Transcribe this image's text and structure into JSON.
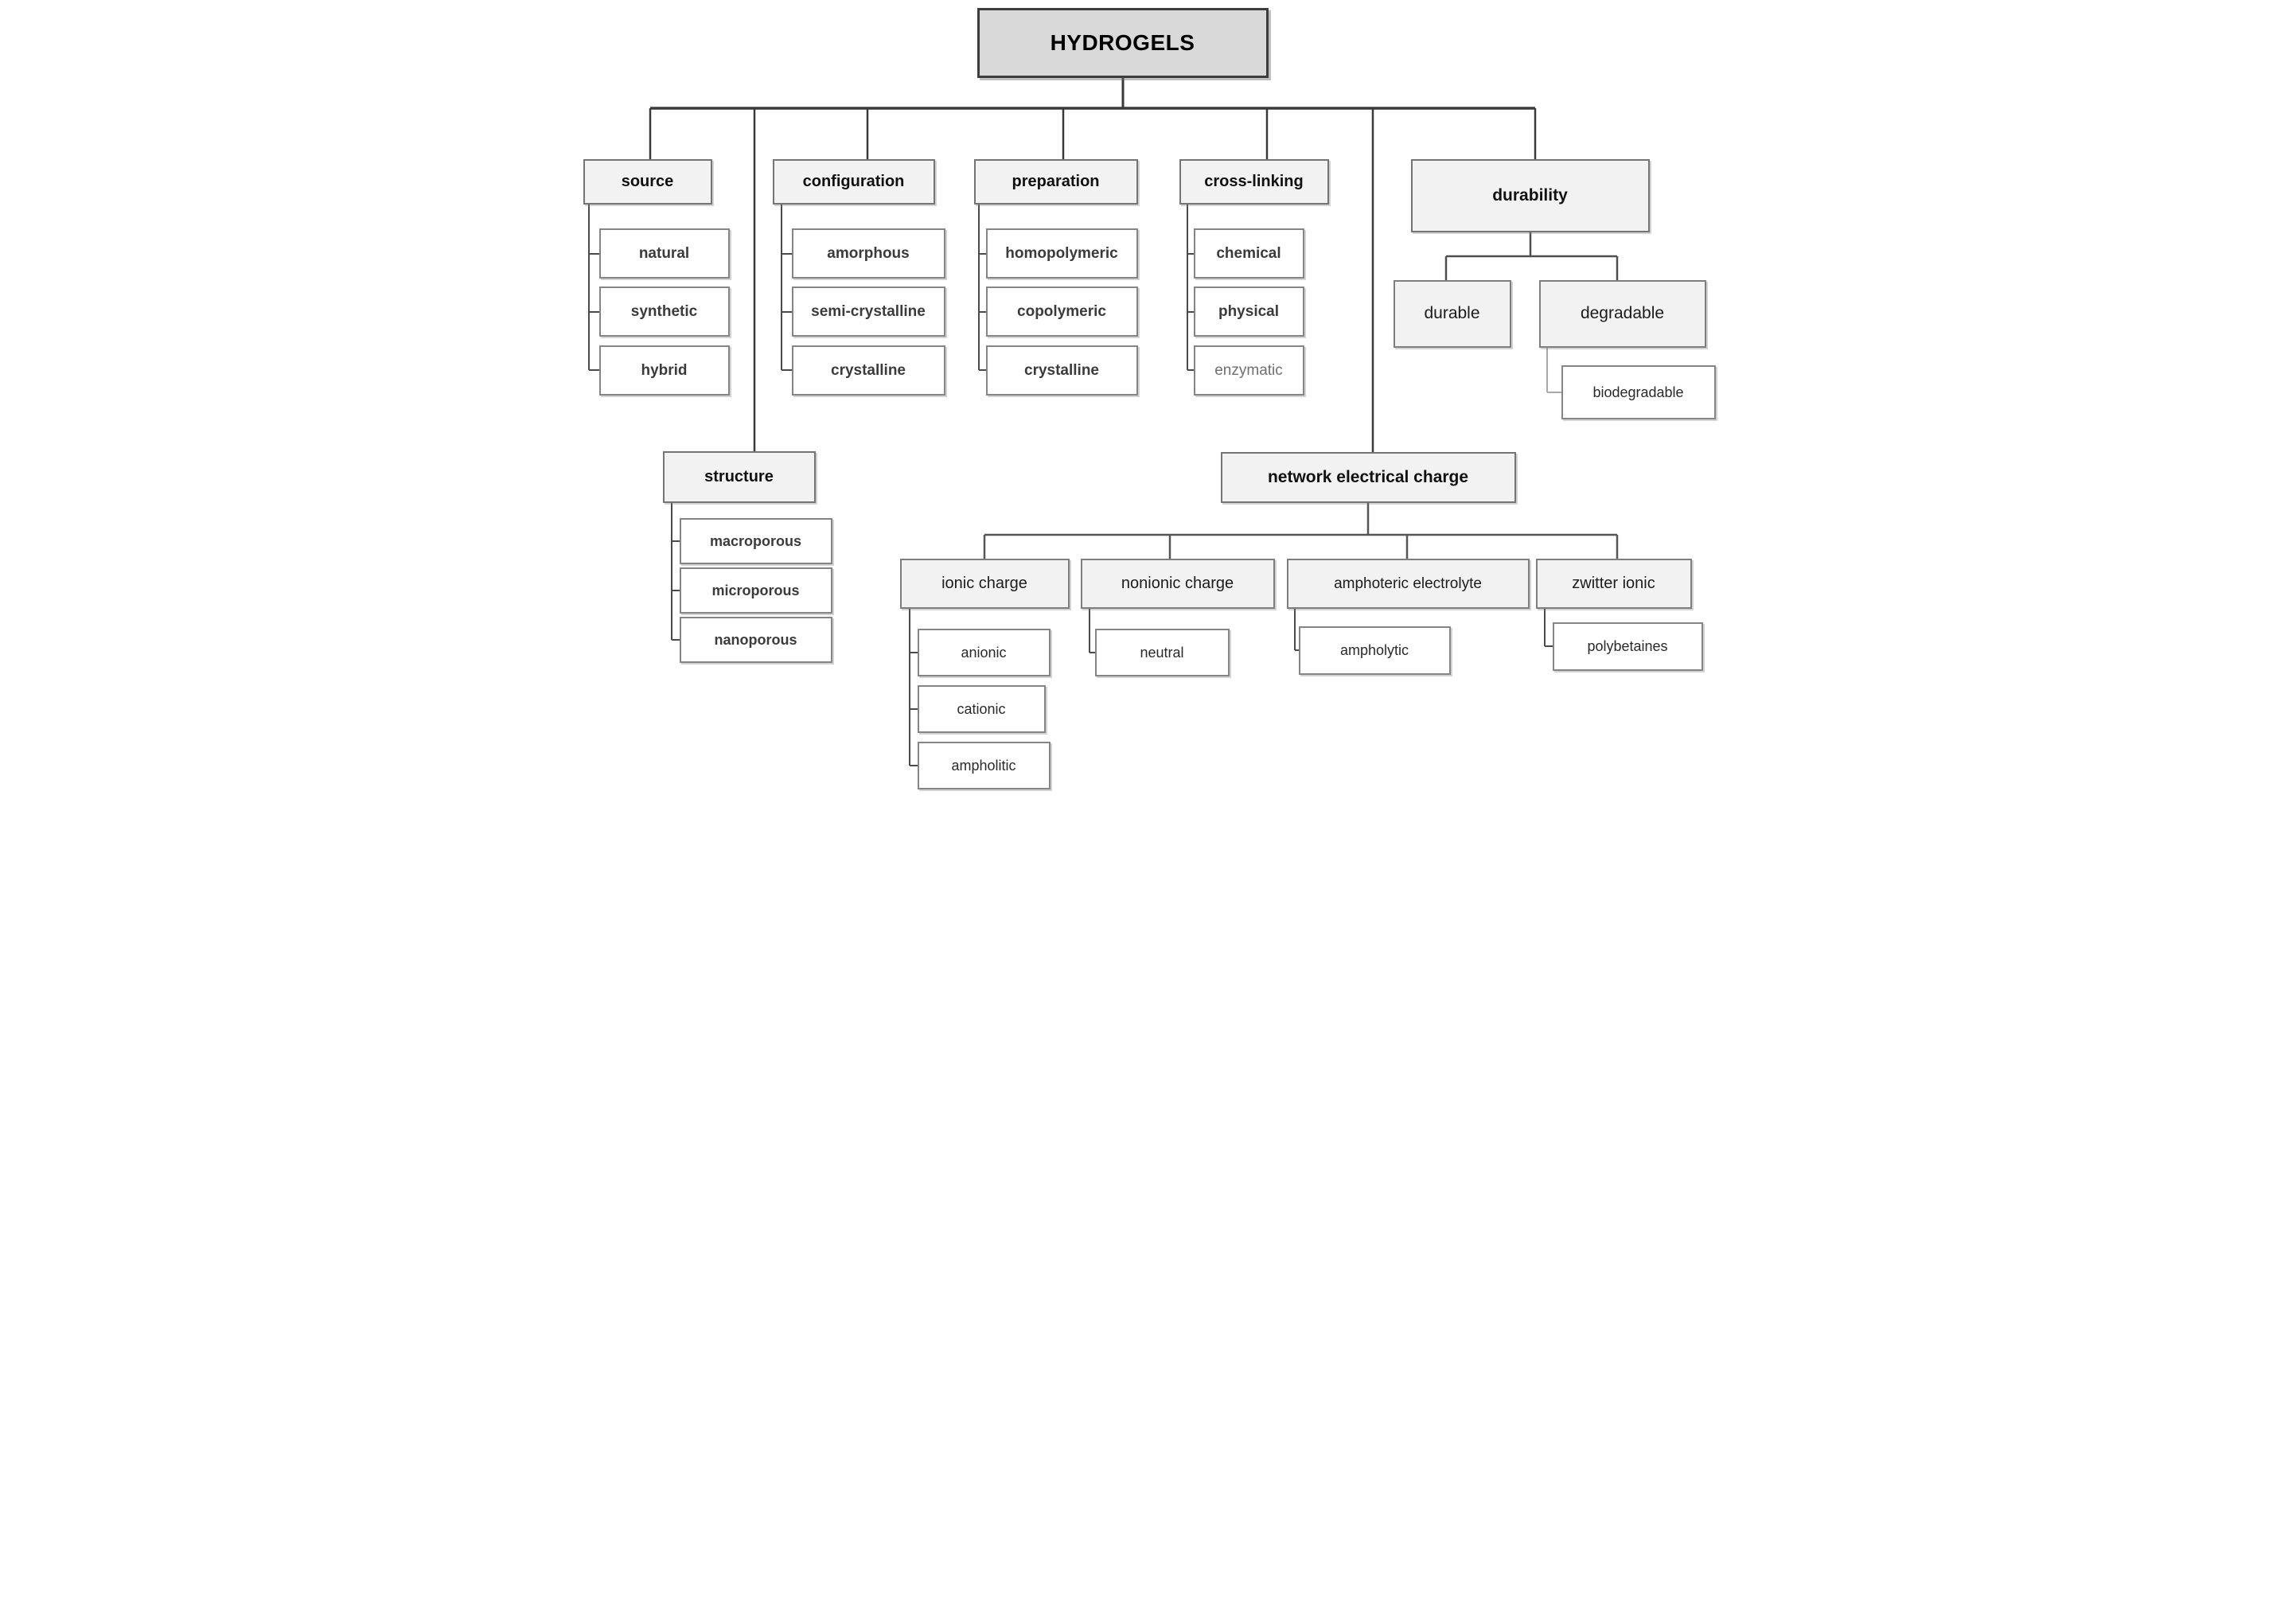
{
  "title": "HYDROGELS",
  "colors": {
    "root_fill": "#d9d9d9",
    "header_fill": "#f2f2f2",
    "child_fill": "#ffffff",
    "border_dark": "#3d3d3d",
    "border_gray": "#858585",
    "line_main": "#3a3a3a",
    "line_branch": "#4a4a4a",
    "line_light": "#a9a9a9",
    "text_dark": "#111111",
    "text_child": "#3b3b3b",
    "text_muted": "#6f6f6f"
  },
  "tree": {
    "label": "HYDROGELS",
    "children": [
      {
        "label": "source",
        "children": [
          {
            "label": "natural"
          },
          {
            "label": "synthetic"
          },
          {
            "label": "hybrid"
          }
        ]
      },
      {
        "label": "structure",
        "children": [
          {
            "label": "macroporous"
          },
          {
            "label": "microporous"
          },
          {
            "label": "nanoporous"
          }
        ]
      },
      {
        "label": "configuration",
        "children": [
          {
            "label": "amorphous"
          },
          {
            "label": "semi-crystalline"
          },
          {
            "label": "crystalline"
          }
        ]
      },
      {
        "label": "preparation",
        "children": [
          {
            "label": "homopolymeric"
          },
          {
            "label": "copolymeric"
          },
          {
            "label": "crystalline"
          }
        ]
      },
      {
        "label": "cross-linking",
        "children": [
          {
            "label": "chemical"
          },
          {
            "label": "physical"
          },
          {
            "label": "enzymatic"
          }
        ]
      },
      {
        "label": "network electrical charge",
        "children": [
          {
            "label": "ionic charge",
            "children": [
              {
                "label": "anionic"
              },
              {
                "label": "cationic"
              },
              {
                "label": "ampholitic"
              }
            ]
          },
          {
            "label": "nonionic charge",
            "children": [
              {
                "label": "neutral"
              }
            ]
          },
          {
            "label": "amphoteric electrolyte",
            "children": [
              {
                "label": "ampholytic"
              }
            ]
          },
          {
            "label": "zwitter ionic",
            "children": [
              {
                "label": "polybetaines"
              }
            ]
          }
        ]
      },
      {
        "label": "durability",
        "children": [
          {
            "label": "durable"
          },
          {
            "label": "degradable",
            "children": [
              {
                "label": "biodegradable"
              }
            ]
          }
        ]
      }
    ]
  }
}
